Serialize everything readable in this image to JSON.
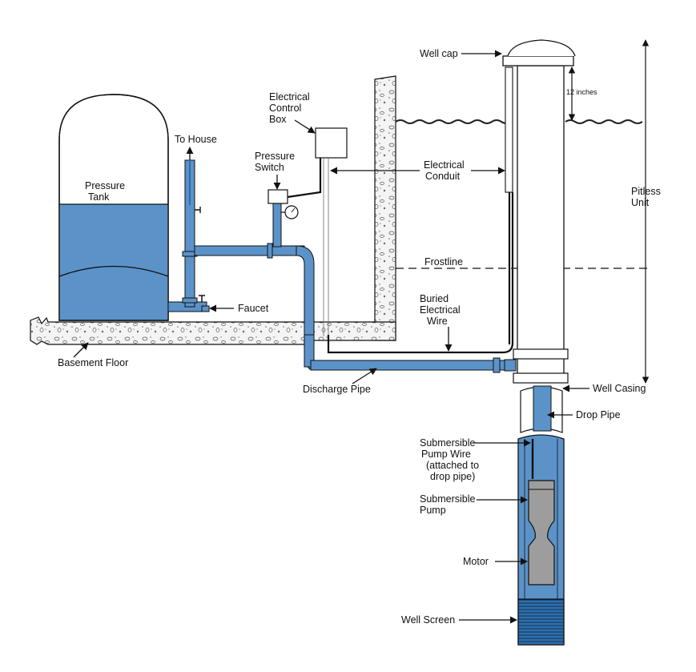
{
  "labels": {
    "well_cap": "Well cap",
    "twelve_inches": "12 inches",
    "electrical_control_box": [
      "Electrical",
      "Control",
      "Box"
    ],
    "to_house": "To House",
    "pressure_switch": [
      "Pressure",
      "Switch"
    ],
    "electrical_conduit": [
      "Electrical",
      "Conduit"
    ],
    "pressure_tank": [
      "Pressure",
      "Tank"
    ],
    "pitless_unit": [
      "Pitless",
      "Unit"
    ],
    "frostline": "Frostline",
    "buried_electrical_wire": [
      "Buried",
      "Electrical",
      "Wire"
    ],
    "faucet": "Faucet",
    "basement_floor": "Basement Floor",
    "discharge_pipe": "Discharge Pipe",
    "well_casing": "Well Casing",
    "drop_pipe": "Drop Pipe",
    "submersible_pump_wire": [
      "Submersible",
      "Pump Wire",
      "(attached to",
      "drop pipe)"
    ],
    "submersible_pump": [
      "Submersible",
      "Pump"
    ],
    "motor": "Motor",
    "well_screen": "Well Screen"
  },
  "colors": {
    "water": "#5b93c9",
    "water_dark": "#2f6eab",
    "pump": "#9d9d9d",
    "gravel": "#f2f2f2",
    "ink": "#111111"
  }
}
